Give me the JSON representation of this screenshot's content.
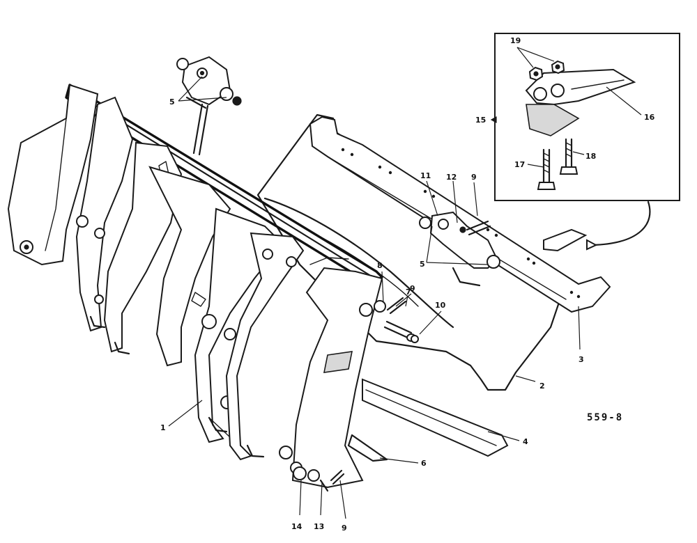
{
  "figure_ref": "559-8",
  "callouts": {
    "c1": "1",
    "c2": "2",
    "c3": "3",
    "c4": "4",
    "c5a": "5",
    "c5b": "5",
    "c6": "6",
    "c7": "7",
    "c8": "8",
    "c9a": "9",
    "c9b": "9",
    "c9c": "9",
    "c10": "10",
    "c11": "11",
    "c12": "12",
    "c13": "13",
    "c14": "14",
    "c15": "15",
    "c16": "16",
    "c17": "17",
    "c18": "18",
    "c19": "19"
  }
}
